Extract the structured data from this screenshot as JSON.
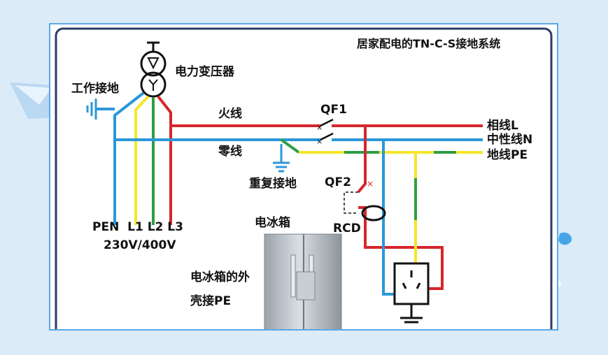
{
  "title": "居家配电的TN-C-S接地系统",
  "labels": {
    "transformer": "电力变压器",
    "working_ground": "工作接地",
    "live_wire": "火线",
    "neutral_wire": "零线",
    "qf1": "QF1",
    "qf2": "QF2",
    "phase_l": "相线L",
    "neutral_n": "中性线N",
    "ground_pe": "地线PE",
    "repeat_ground": "重复接地",
    "rcd": "RCD",
    "fridge": "电冰箱",
    "fridge_shell_1": "电冰箱的外",
    "fridge_shell_2": "壳接PE",
    "terminals": "PEN  L1 L2 L3",
    "voltage": "230V/400V"
  },
  "colors": {
    "background": "#dcebf8",
    "frame_border": "#5aa8e6",
    "live": "#d6262b",
    "neutral": "#2b97d8",
    "earth_yellow": "#f4e62d",
    "earth_green": "#2f9e44",
    "ground_symbol": "#2b97d8"
  },
  "icons": [
    "transformer-icon",
    "ground-symbol-icon",
    "switch-icon",
    "socket-icon",
    "refrigerator-icon"
  ]
}
